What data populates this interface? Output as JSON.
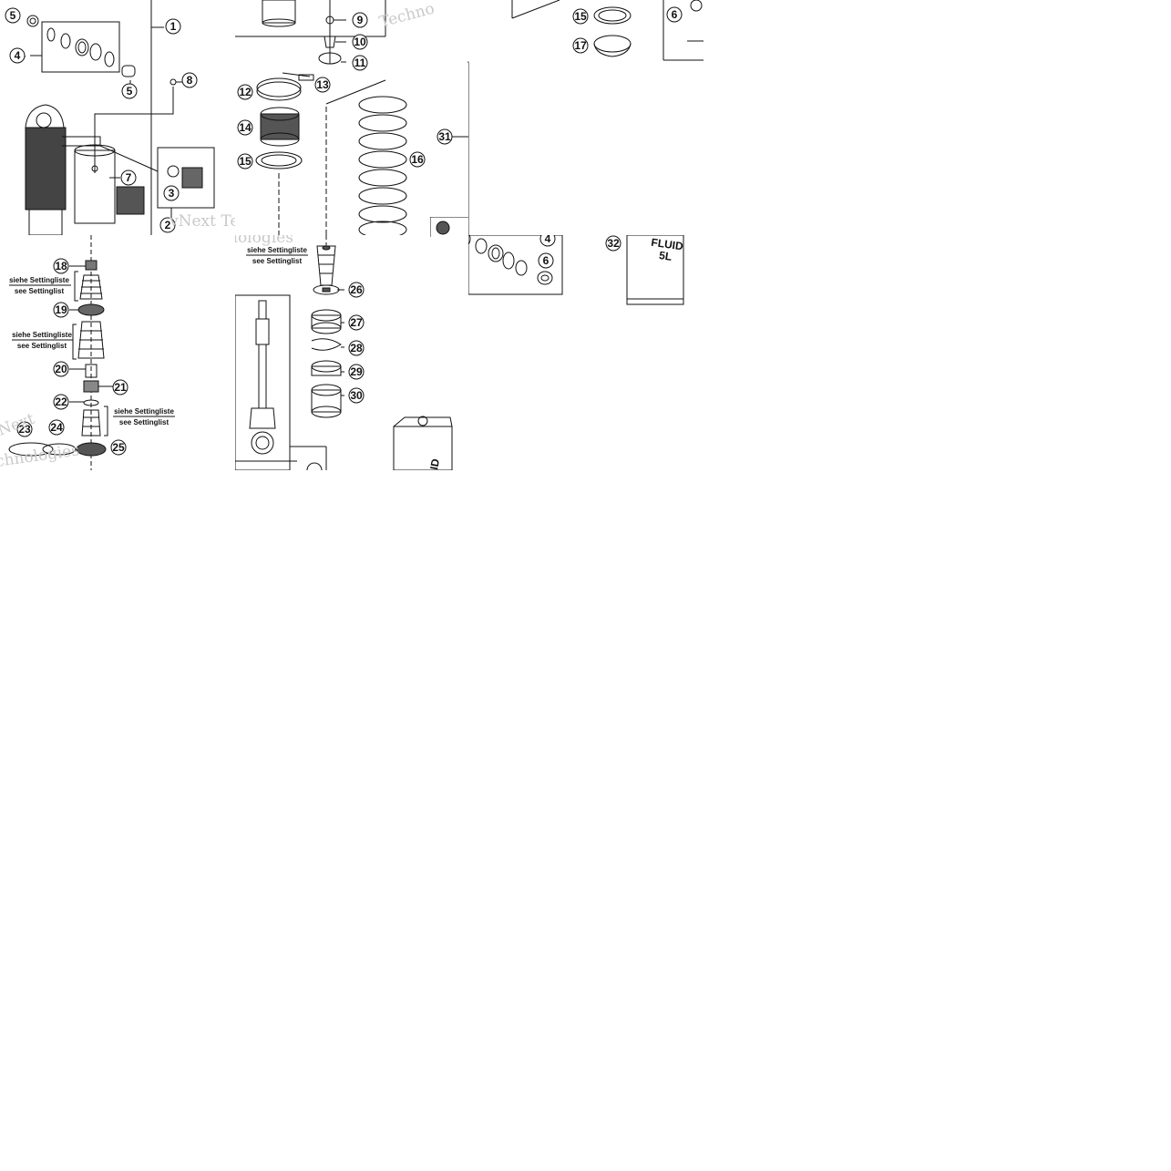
{
  "watermark": [
    "Techno",
    "vNext Tec",
    "nologies",
    "Next",
    "chnologies"
  ],
  "callouts": {
    "n1": "1",
    "n2": "2",
    "n3": "3",
    "n4": "4",
    "n5": "5",
    "n6": "6",
    "n7": "7",
    "n8": "8",
    "n9": "9",
    "n10": "10",
    "n11": "11",
    "n12": "12",
    "n13": "13",
    "n14": "14",
    "n15": "15",
    "n16": "16",
    "n17": "17",
    "n18": "18",
    "n19": "19",
    "n20": "20",
    "n21": "21",
    "n22": "22",
    "n23": "23",
    "n24": "24",
    "n25": "25",
    "n26": "26",
    "n27": "27",
    "n28": "28",
    "n29": "29",
    "n30": "30",
    "n31": "31",
    "n32": "32"
  },
  "setting_de": "siehe Settingliste",
  "setting_en": "see Settinglist",
  "setting_en_alt": "see Settinglist",
  "fluid_label": [
    "FLUID",
    "5L"
  ],
  "can_label": "ID"
}
